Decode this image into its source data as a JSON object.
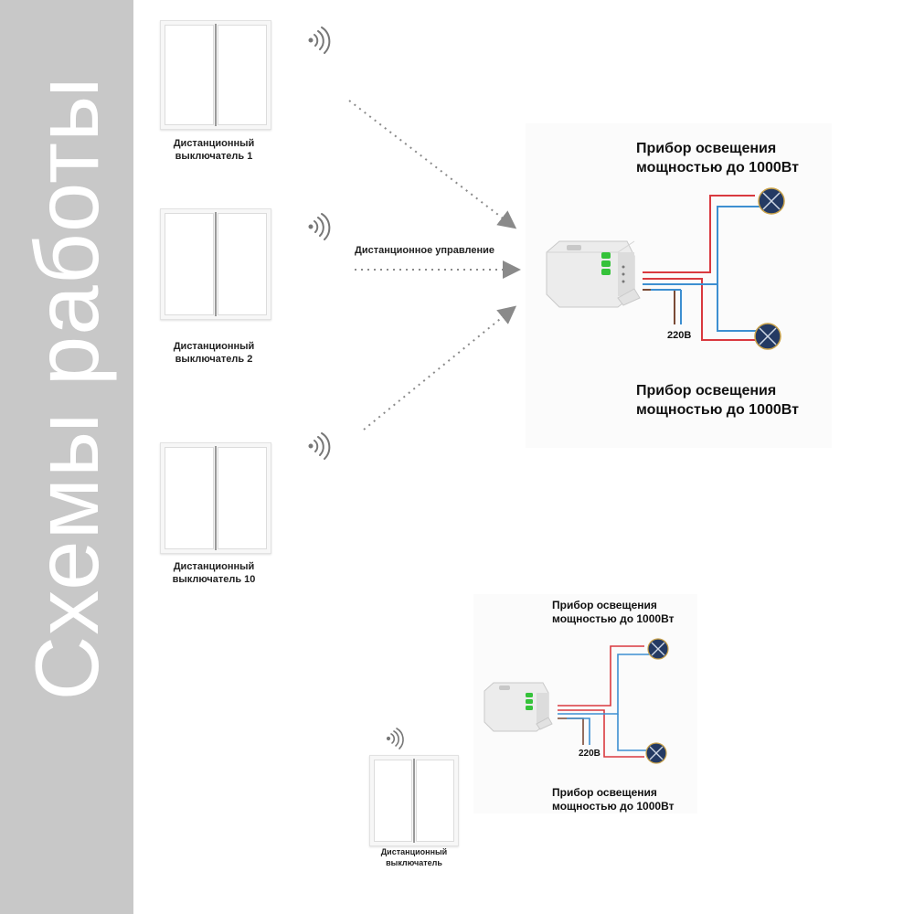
{
  "sidebar": {
    "title": "Схемы работы"
  },
  "top_scheme": {
    "switches": [
      {
        "caption_line1": "Дистанционный",
        "caption_line2": "выключатель 1"
      },
      {
        "caption_line1": "Дистанционный",
        "caption_line2": "выключатель 2"
      },
      {
        "caption_line1": "Дистанционный",
        "caption_line2": "выключатель 10"
      }
    ],
    "control_label": "Дистанционное управление",
    "lamp_top": {
      "line1": "Прибор освещения",
      "line2": "мощностью до 1000Вт"
    },
    "lamp_bottom": {
      "line1": "Прибор освещения",
      "line2": "мощностью до 1000Вт"
    },
    "voltage": "220В"
  },
  "bottom_scheme": {
    "switch": {
      "caption_line1": "Дистанционный",
      "caption_line2": "выключатель"
    },
    "lamp_top": {
      "line1": "Прибор освещения",
      "line2": "мощностью до 1000Вт"
    },
    "lamp_bottom": {
      "line1": "Прибор освещения",
      "line2": "мощностью до 1000Вт"
    },
    "voltage": "220В"
  },
  "colors": {
    "sidebar_bg": "#c8c8c8",
    "wire_phase": "#d9393f",
    "wire_neutral": "#3d8fd1",
    "wire_brown": "#7a4a36",
    "lamp_fill": "#243a63",
    "led_green": "#35c23a"
  }
}
